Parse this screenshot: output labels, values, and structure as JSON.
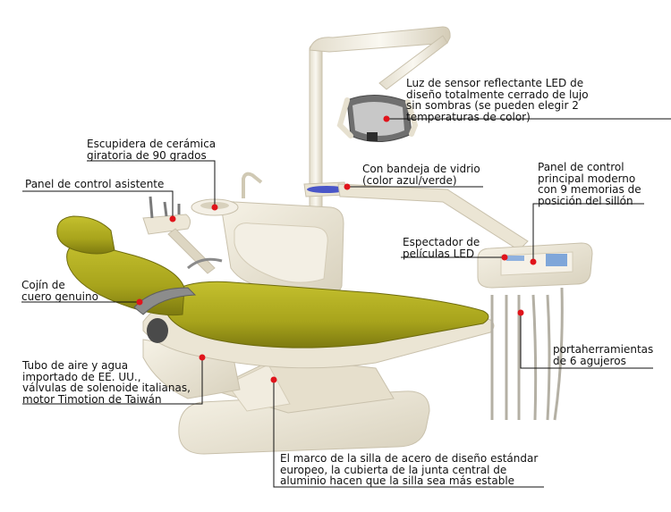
{
  "annotations": {
    "sensor_light": [
      "Luz de sensor reflectante LED de",
      "diseño totalmente cerrado de lujo",
      "sin sombras (se pueden elegir 2",
      "temperaturas de color)"
    ],
    "spittoon": [
      "Escupidera de cerámica",
      "giratoria de 90 grados"
    ],
    "glass_tray": [
      "Con bandeja de vidrio",
      "(color azul/verde)"
    ],
    "control_panel": [
      "Panel de control",
      "principal moderno",
      "con 9 memorias de",
      "posición del sillón"
    ],
    "assistant_panel": [
      "Panel de control asistente"
    ],
    "film_viewer": [
      "Espectador de",
      "películas LED"
    ],
    "leather_cushion": [
      "Cojín de",
      "cuero genuino"
    ],
    "tool_holder": [
      "portaherramientas",
      "de 6 agujeros"
    ],
    "air_water_tube": [
      "Tubo de aire y agua",
      "importado de EE. UU.,",
      "válvulas de solenoide italianas,",
      "motor Timotion de Taiwán"
    ],
    "chair_frame": [
      "El marco de la silla de acero de diseño estándar",
      "europeo, la cubierta de la junta central de",
      "aluminio hacen que la silla sea más estable"
    ]
  },
  "colors": {
    "upholstery": "#a8a41c",
    "upholstery_shadow": "#7d7a10",
    "body_cream": "#ece6d6",
    "body_shadow": "#cfc8b4",
    "marker": "#e0141b",
    "leader_line": "#111111",
    "tray_blue": "#4a56c8"
  }
}
